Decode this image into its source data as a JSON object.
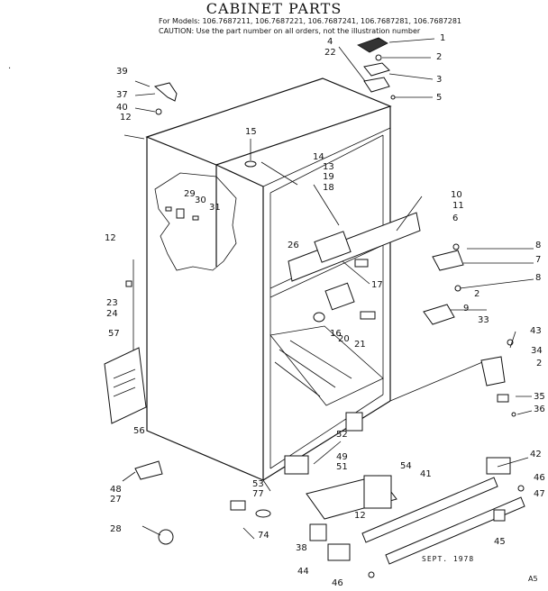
{
  "header": {
    "title": "CABINET PARTS",
    "models": "For Models: 106.7687211, 106.7687221, 106.7687241, 106.7687281, 106.7687281",
    "caution": "CAUTION: Use the part number on all orders, not the illustration number"
  },
  "callouts": [
    "1",
    "2",
    "3",
    "4",
    "22",
    "5",
    "39",
    "37",
    "40",
    "12",
    "15",
    "14",
    "13",
    "19",
    "18",
    "29",
    "30",
    "31",
    "10",
    "11",
    "6",
    "8",
    "7",
    "8",
    "2",
    "9",
    "26",
    "17",
    "12",
    "23",
    "24",
    "20",
    "21",
    "16",
    "33",
    "43",
    "34",
    "2",
    "35",
    "36",
    "57",
    "56",
    "52",
    "49",
    "51",
    "53",
    "77",
    "54",
    "41",
    "42",
    "46",
    "47",
    "48",
    "27",
    "12",
    "74",
    "28",
    "38",
    "45",
    "44",
    "46"
  ],
  "footer": {
    "date": "SEPT. 1978",
    "code": "A5",
    "margin_mark": "."
  }
}
